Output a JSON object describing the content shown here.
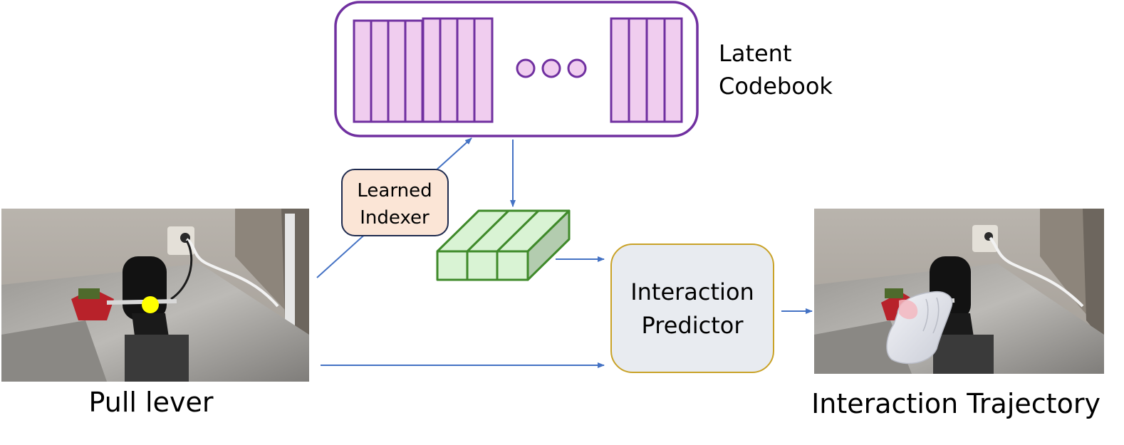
{
  "codebook": {
    "label_line1": "Latent",
    "label_line2": "Codebook"
  },
  "indexer": {
    "label_line1": "Learned",
    "label_line2": "Indexer"
  },
  "predictor": {
    "label_line1": "Interaction",
    "label_line2": "Predictor"
  },
  "input_caption": "Pull lever",
  "output_caption": "Interaction Trajectory",
  "colors": {
    "codebook_border": "#7030a0",
    "codebook_fill": "#f0cdef",
    "arrow": "#4472c4",
    "indexer_fill": "#fbe5d6",
    "indexer_border": "#1f2b4f",
    "embedding_fill": "#d9f3d4",
    "embedding_border": "#3f8a2a",
    "predictor_fill": "#e8ebf0",
    "predictor_border": "#c9a227",
    "keypoint": "#ffff00"
  }
}
